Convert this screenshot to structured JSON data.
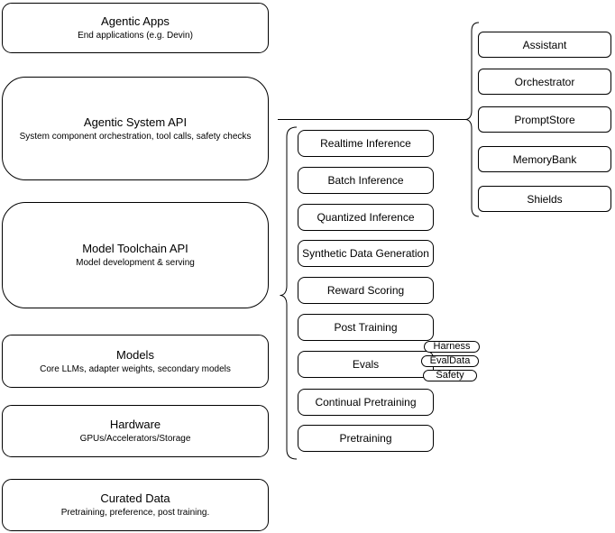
{
  "left_column": [
    {
      "title": "Agentic Apps",
      "subtitle": "End applications (e.g. Devin)"
    },
    {
      "title": "Agentic System API",
      "subtitle": "System component orchestration, tool calls, safety checks"
    },
    {
      "title": "Model Toolchain API",
      "subtitle": "Model development & serving"
    },
    {
      "title": "Models",
      "subtitle": "Core LLMs, adapter weights, secondary models"
    },
    {
      "title": "Hardware",
      "subtitle": "GPUs/Accelerators/Storage"
    },
    {
      "title": "Curated Data",
      "subtitle": "Pretraining, preference, post training."
    }
  ],
  "toolchain_items": [
    "Realtime Inference",
    "Batch Inference",
    "Quantized Inference",
    "Synthetic Data Generation",
    "Reward Scoring",
    "Post Training",
    "Evals",
    "Continual Pretraining",
    "Pretraining"
  ],
  "eval_tags": [
    "Harness",
    "EvalData",
    "Safety"
  ],
  "system_components": [
    "Assistant",
    "Orchestrator",
    "PromptStore",
    "MemoryBank",
    "Shields"
  ],
  "colors": {
    "stroke": "#000000",
    "background": "#ffffff",
    "box_fill": "#ffffff",
    "text": "#000000"
  }
}
